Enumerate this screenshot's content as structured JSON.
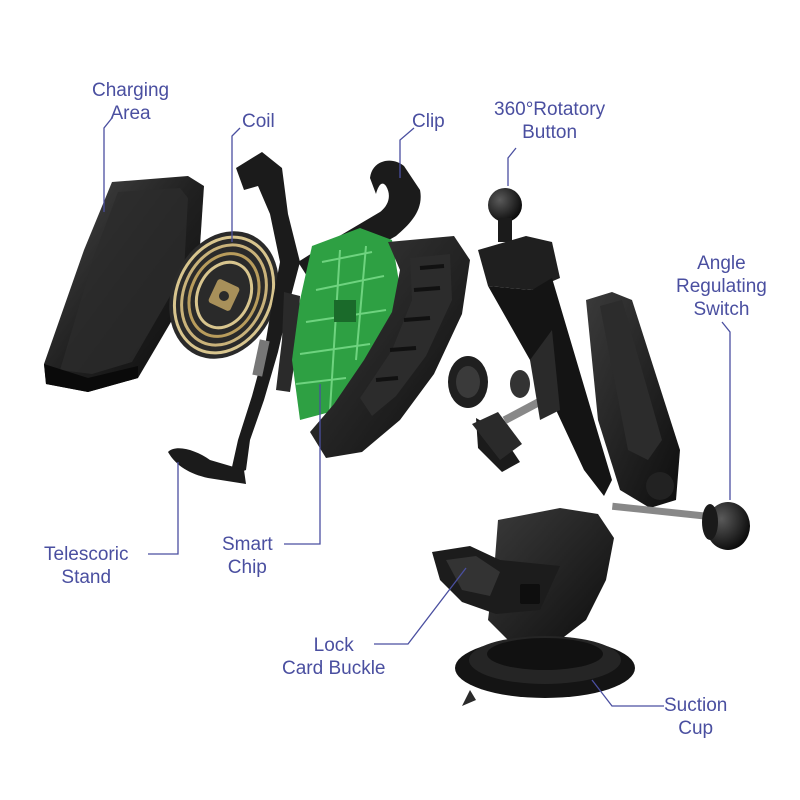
{
  "colors": {
    "label": "#4a4fa0",
    "leader": "#4a4fa0",
    "plastic": "#1b1b1b",
    "plastic_light": "#3a3a3a",
    "coil_gold": "#c9b27a",
    "pcb_green": "#2ea043"
  },
  "labels": {
    "charging_area": [
      "Charging",
      "Area"
    ],
    "coil": [
      "Coil"
    ],
    "clip": [
      "Clip"
    ],
    "rotatory_button": [
      "360°Rotatory",
      "Button"
    ],
    "angle_switch": [
      "Angle",
      "Regulating",
      "Switch"
    ],
    "telescoric_stand": [
      "Telescoric",
      "Stand"
    ],
    "smart_chip": [
      "Smart",
      "Chip"
    ],
    "lock_buckle": [
      "Lock",
      "Card Buckle"
    ],
    "suction_cup": [
      "Suction",
      "Cup"
    ]
  }
}
